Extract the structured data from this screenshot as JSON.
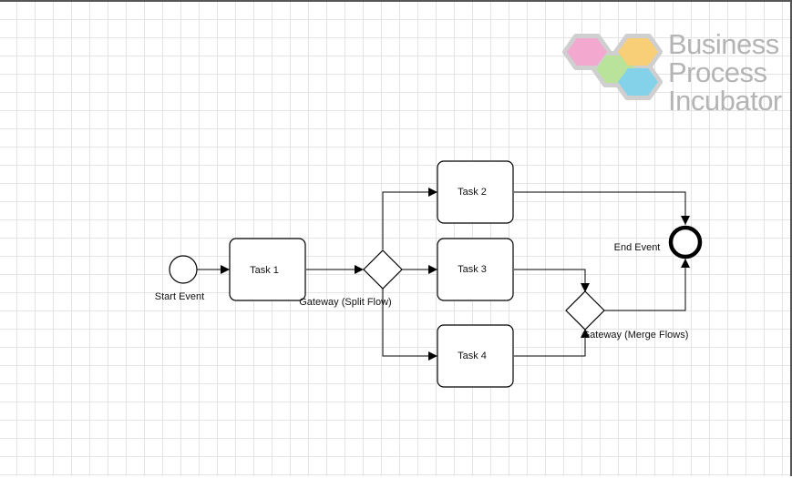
{
  "diagram": {
    "start_event": {
      "label": "Start Event"
    },
    "task1": {
      "label": "Task 1"
    },
    "split_gateway": {
      "label": "Gateway (Split Flow)"
    },
    "task2": {
      "label": "Task 2"
    },
    "task3": {
      "label": "Task 3"
    },
    "task4": {
      "label": "Task 4"
    },
    "merge_gateway": {
      "label": "Gateway (Merge Flows)"
    },
    "end_event": {
      "label": "End Event"
    }
  },
  "logo": {
    "line1": "Business",
    "line2": "Process",
    "line3": "Incubator",
    "hex_colors": [
      "#f2a8cf",
      "#b9e29a",
      "#f8cf77",
      "#84d2ea"
    ],
    "outline_color": "#cfcfcf"
  }
}
